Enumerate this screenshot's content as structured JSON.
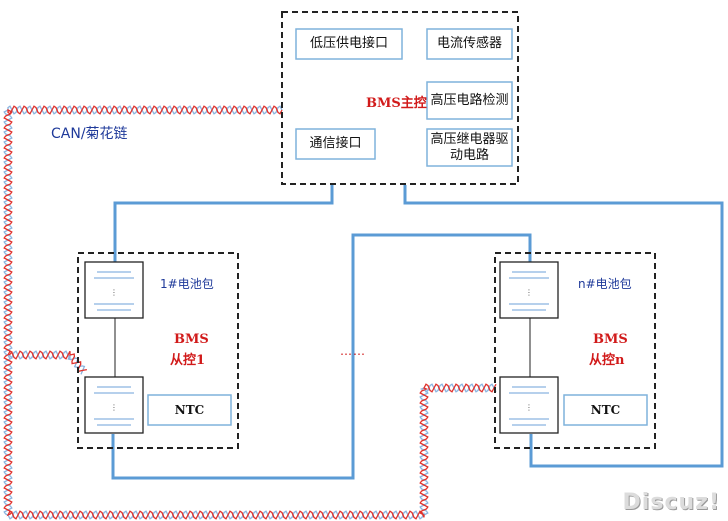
{
  "main_controller": {
    "title": "BMS主控",
    "modules": [
      "低压供电接口",
      "电流传感器",
      "高压电路检测",
      "通信接口",
      "高压继电器驱动电路"
    ]
  },
  "bus_label": "CAN/菊花链",
  "pack_1": {
    "pack_label": "1#电池包",
    "slave_line1": "BMS",
    "slave_line2": "从控1",
    "ntc_label": "NTC"
  },
  "pack_n": {
    "pack_label": "n#电池包",
    "slave_line1": "BMS",
    "slave_line2": "从控n",
    "ntc_label": "NTC"
  },
  "ellipsis": "……",
  "watermark": "Discuz!",
  "colors": {
    "hv_line": "#5b9bd5",
    "can_red": "#e0312c",
    "can_blue": "#8ab4e0",
    "box_border": "#7fb2dc",
    "dashed": "#222222",
    "label_red": "#d11a1a",
    "label_blue": "#1f3a9a"
  }
}
